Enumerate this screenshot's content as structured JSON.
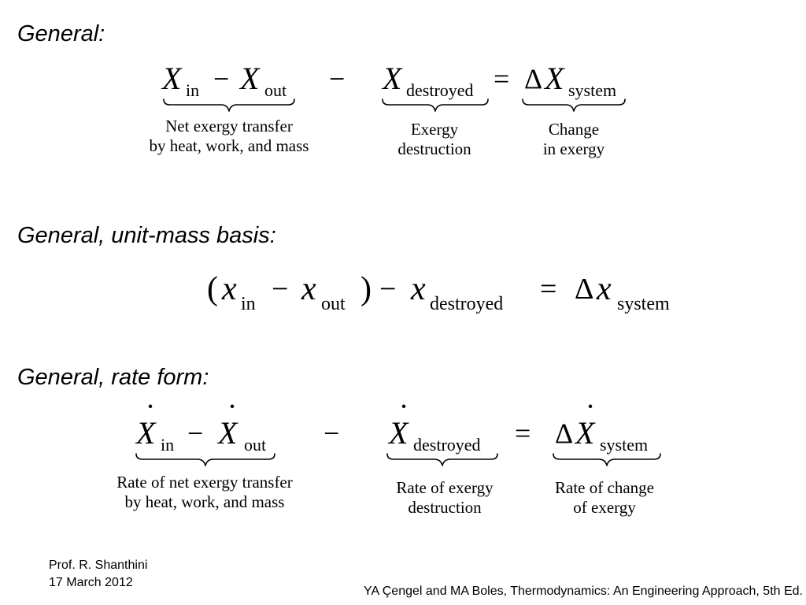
{
  "headings": {
    "general": "General:",
    "unit_mass": "General, unit-mass basis:",
    "rate": "General, rate form:"
  },
  "symbols": {
    "X": "X",
    "x": "x",
    "minus": "−",
    "equals": "=",
    "delta": "Δ",
    "lparen": "(",
    "rparen": ")",
    "dot": "˙"
  },
  "subscripts": {
    "in": "in",
    "out": "out",
    "destroyed": "destroyed",
    "system": "system"
  },
  "general_labels": {
    "net_transfer": [
      "Net exergy transfer",
      "by heat, work, and mass"
    ],
    "destruction": [
      "Exergy",
      "destruction"
    ],
    "change": [
      "Change",
      "in exergy"
    ]
  },
  "rate_labels": {
    "net_transfer": [
      "Rate of net exergy transfer",
      "by heat, work, and mass"
    ],
    "destruction": [
      "Rate of exergy",
      "destruction"
    ],
    "change": [
      "Rate of change",
      "of exergy"
    ]
  },
  "footer": {
    "author": "Prof. R. Shanthini",
    "date": "17 March 2012",
    "citation": "YA Çengel and MA Boles, Thermodynamics: An Engineering Approach, 5th Ed."
  }
}
